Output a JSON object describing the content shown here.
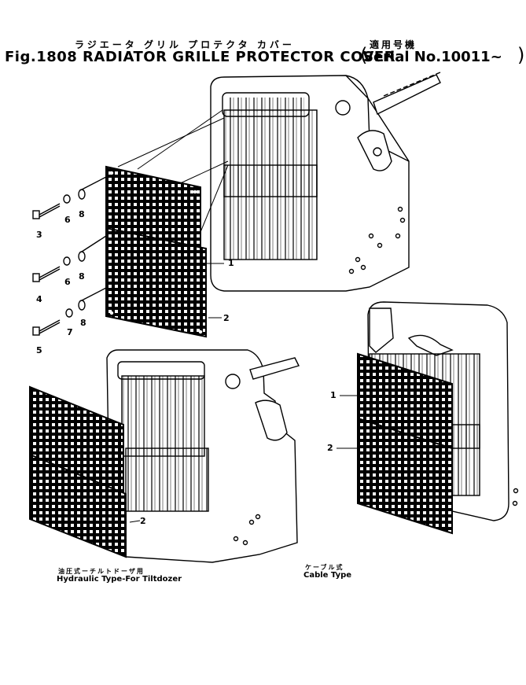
{
  "header": {
    "jp_title": "ラジエータ グリル プロテクタ カバー",
    "title": "Fig.1808 RADIATOR GRILLE PROTECTOR COVER",
    "serial_jp": "適用号機",
    "serial": "Serial No.10011~",
    "paren_open": "(",
    "paren_close": ")"
  },
  "captions": {
    "hydraulic_jp": "油圧式ーチルトドーザ用",
    "hydraulic": "Hydraulic Type-For Tiltdozer",
    "cable_jp": "ケーブル式",
    "cable": "Cable Type"
  },
  "callouts": {
    "main": [
      "1",
      "2",
      "3",
      "4",
      "5",
      "6",
      "6",
      "7",
      "8",
      "8",
      "8"
    ],
    "hydraulic": [
      "2"
    ],
    "cable": [
      "1",
      "2"
    ]
  },
  "colors": {
    "ink": "#000000",
    "paper": "#ffffff"
  }
}
